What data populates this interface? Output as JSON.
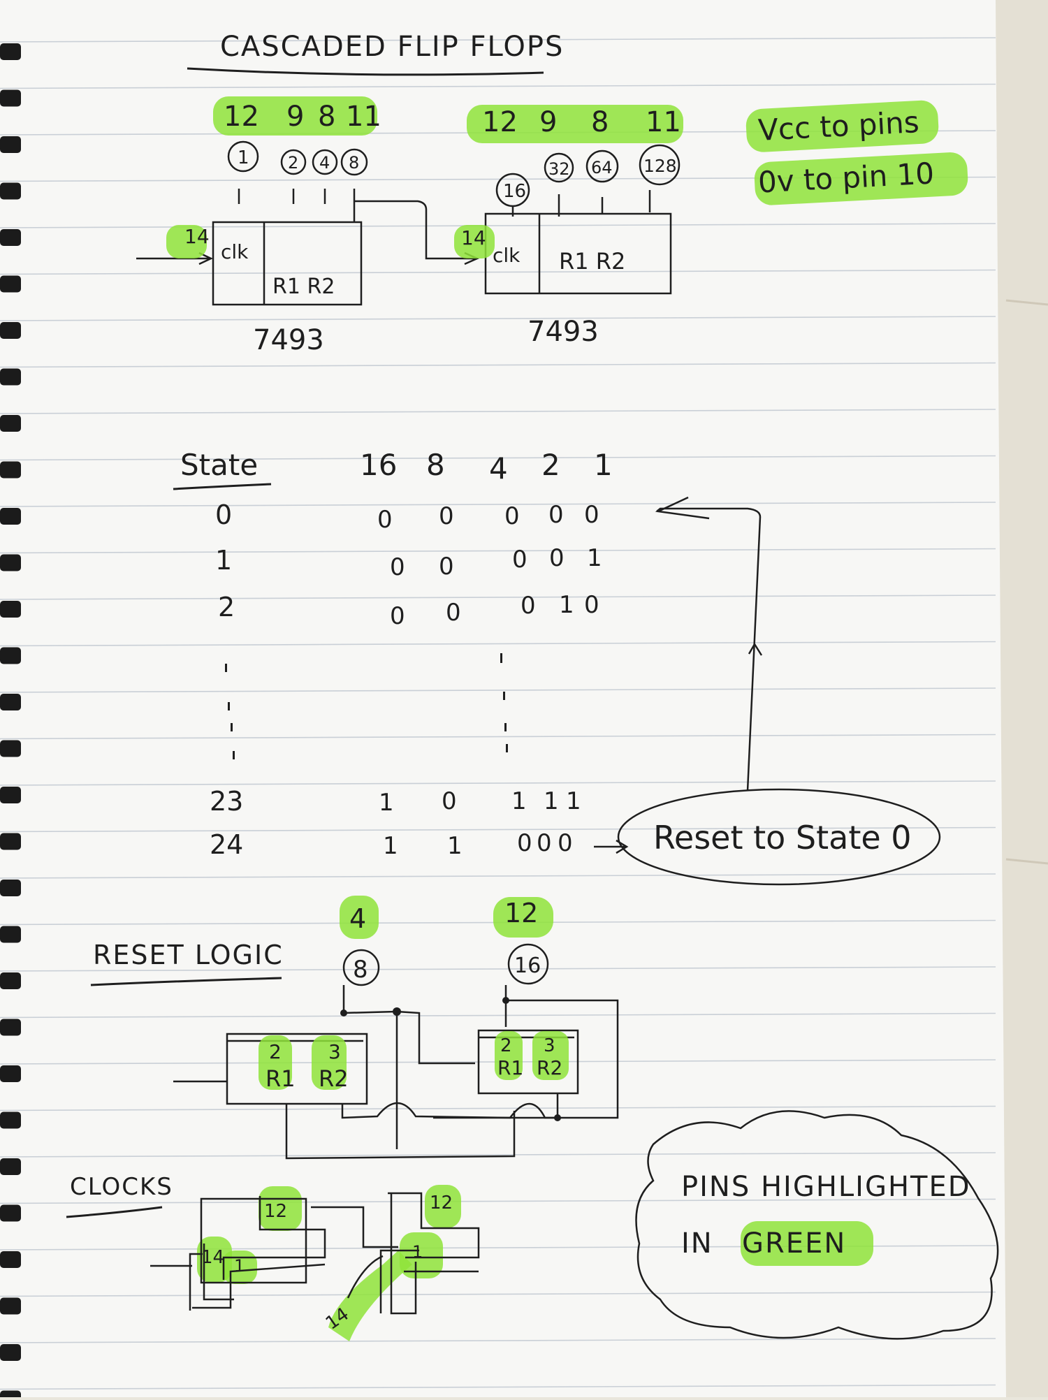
{
  "title": "CASCADED FLIP FLOPS",
  "colors": {
    "highlight": "#8fe33a",
    "ink": "#1e1e1e",
    "paper": "#f7f7f5",
    "rule": "#c9cfd6"
  },
  "chip1": {
    "pins": [
      "12",
      "9",
      "8",
      "11"
    ],
    "weights": [
      "1",
      "2",
      "4",
      "8"
    ],
    "clk_pin": "14",
    "clk_label": "clk",
    "reset_label": "R1 R2",
    "part": "7493"
  },
  "chip2": {
    "pins": [
      "12",
      "9",
      "8",
      "11"
    ],
    "weights": [
      "16",
      "32",
      "64",
      "128"
    ],
    "clk_pin": "14",
    "clk_label": "clk",
    "reset_label": "R1 R2",
    "part": "7493"
  },
  "power_note": {
    "line1": "Vcc to pins",
    "line2": "0v to pin 10"
  },
  "state_table": {
    "header_state": "State",
    "headers": [
      "16",
      "8",
      "4",
      "2",
      "1"
    ],
    "rows": [
      {
        "state": "0",
        "bits": [
          "0",
          "0",
          "0",
          "0",
          "0"
        ]
      },
      {
        "state": "1",
        "bits": [
          "0",
          "0",
          "0",
          "0",
          "1"
        ]
      },
      {
        "state": "2",
        "bits": [
          "0",
          "0",
          "0",
          "1",
          "0"
        ]
      },
      {
        "state": "23",
        "bits": [
          "1",
          "0",
          "1",
          "1",
          "1"
        ]
      },
      {
        "state": "24",
        "bits": [
          "1",
          "1",
          "0",
          "0",
          "0"
        ]
      }
    ]
  },
  "reset_bubble": "Reset to State 0",
  "reset_logic": {
    "title": "RESET LOGIC",
    "pin_a": "4",
    "weight_a": "8",
    "pin_b": "12",
    "weight_b": "16",
    "gate_pins": [
      "2",
      "3"
    ],
    "gate_labels": [
      "R1",
      "R2"
    ]
  },
  "clocks": {
    "title": "CLOCKS",
    "pin_top": "12",
    "pin_left": "14",
    "pin_inner": "1",
    "pin_wire": "14"
  },
  "cloud_note": {
    "line1": "PINS HIGHLIGHTED",
    "line2_plain": "IN ",
    "line2_highlight": "GREEN"
  }
}
